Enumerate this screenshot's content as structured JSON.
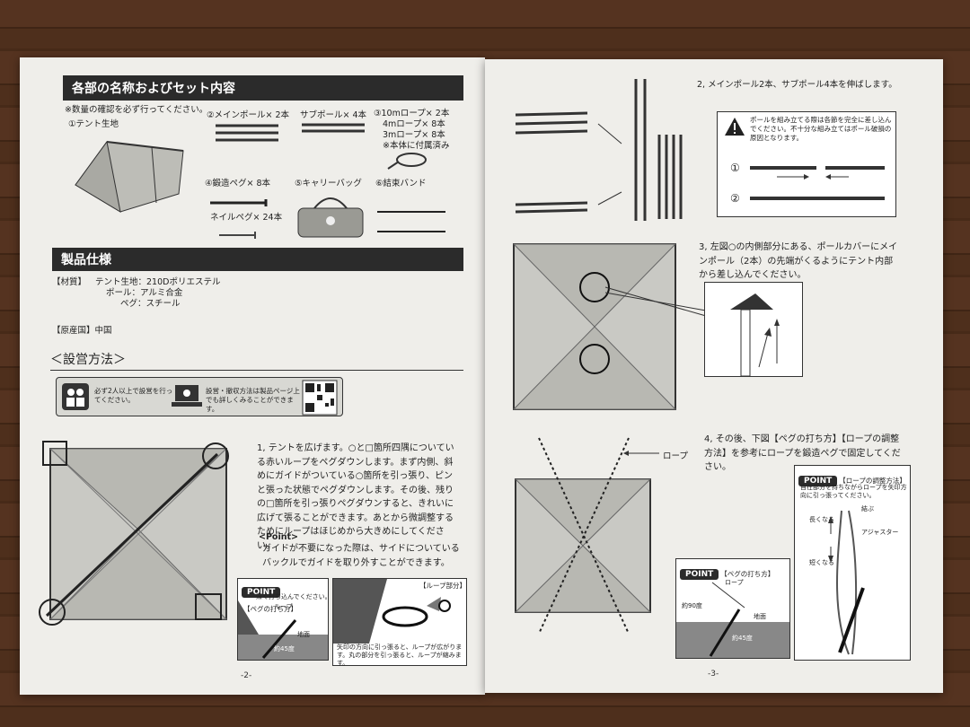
{
  "left_page": {
    "section1_title": "各部の名称およびセット内容",
    "check_note": "※数量の確認を必ず行ってください。",
    "parts": {
      "tent_fabric": "①テント生地",
      "main_pole": "②メインポール× 2本",
      "sub_pole": "サブポール× 4本",
      "rope10": "③10mロープ× 2本",
      "rope4": "4mロープ× 8本",
      "rope3": "3mロープ× 8本",
      "attached_note": "※本体に付属済み",
      "forged_peg": "④鍛造ペグ× 8本",
      "carry_bag": "⑤キャリーバッグ",
      "band": "⑥結束バンド",
      "nail_peg": "ネイルペグ× 24本"
    },
    "section2_title": "製品仕様",
    "specs": {
      "material_label": "【材質】",
      "fabric": "テント生地：210Dポリエステル",
      "pole": "ポール：アルミ合金",
      "peg": "ペグ：スチール",
      "origin": "【原産国】中国"
    },
    "section3_title": "＜設営方法＞",
    "notice_people": "必ず2人以上で設営を行ってください。",
    "notice_web": "設営・撤収方法は製品ページ上でも詳しくみることができます。",
    "step1": "1, テントを広げます。○と□箇所四隅についている赤いループをペグダウンします。まず内側、斜めにガイドがついている○箇所を引っ張り、ピンと張った状態でペグダウンします。その後、残りの□箇所を引っ張りペグダウンすると、きれいに広げて張ることができます。あとから微調整するためにループはほじめから大きめにしてください。",
    "point_heading": "<Point>",
    "point_text": "ガイドが不要になった際は、サイドについているバックルでガイドを取り外すことができます。",
    "peg_box": {
      "tag": "POINT",
      "title": "【ペグの打ち方】",
      "deep": "深く打ち込んでください。",
      "loop": "ループ",
      "ground": "地面",
      "angle": "約45度"
    },
    "loop_box": {
      "title": "【ループ部分】",
      "caption": "矢印の方向に引っ張ると、ループが広がります。丸の部分を引っ張ると、ループが縮みます。"
    },
    "page_number": "-2-"
  },
  "right_page": {
    "step2": "2, メインポール2本、サブポール4本を伸ばします。",
    "warning": "ポールを組み立てる際は各節を完全に差し込んでください。不十分な組み立てはポール破損の原因となります。",
    "warn_num1": "①",
    "warn_num2": "②",
    "step3": "3, 左図○の内側部分にある、ポールカバーにメインポール（2本）の先端がくるようにテント内部から差し込んでください。",
    "rope_label": "ロープ",
    "step4": "4, その後、下図【ペグの打ち方】【ロープの調整方法】を参考にロープを鍛造ペグで固定してください。",
    "peg_box": {
      "tag": "POINT",
      "title": "【ペグの打ち方】",
      "rope": "ロープ",
      "angle90": "約90度",
      "ground": "地面",
      "angle45": "約45度"
    },
    "rope_box": {
      "tag": "POINT",
      "title": "【ロープの調整方法】",
      "desc": "自在部分を持ちながらロープを矢印方向に引っ張ってください。",
      "tie": "結ぶ",
      "longer": "長くなる",
      "adjuster": "アジャスター",
      "shorter": "短くなる"
    },
    "page_number": "-3-"
  },
  "colors": {
    "header": "#2b2b2b",
    "paper": "#efeeea",
    "tent_gray": "#c9c9c4"
  }
}
